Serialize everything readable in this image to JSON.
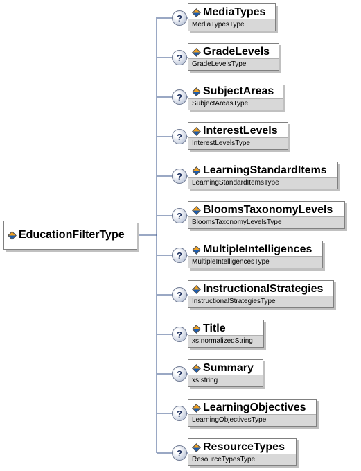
{
  "root": {
    "name": "EducationFilterType"
  },
  "children": [
    {
      "name": "MediaTypes",
      "type": "MediaTypesType"
    },
    {
      "name": "GradeLevels",
      "type": "GradeLevelsType"
    },
    {
      "name": "SubjectAreas",
      "type": "SubjectAreasType"
    },
    {
      "name": "InterestLevels",
      "type": "InterestLevelsType"
    },
    {
      "name": "LearningStandardItems",
      "type": "LearningStandardItemsType"
    },
    {
      "name": "BloomsTaxonomyLevels",
      "type": "BloomsTaxonomyLevelsType"
    },
    {
      "name": "MultipleIntelligences",
      "type": "MultipleIntelligencesType"
    },
    {
      "name": "InstructionalStrategies",
      "type": "InstructionalStrategiesType"
    },
    {
      "name": "Title",
      "type": "xs:normalizedString"
    },
    {
      "name": "Summary",
      "type": "xs:string"
    },
    {
      "name": "LearningObjectives",
      "type": "LearningObjectivesType"
    },
    {
      "name": "ResourceTypes",
      "type": "ResourceTypesType"
    }
  ],
  "optional_marker": "?",
  "colors": {
    "connector": "#36508a",
    "type_band": "#d8d8d8",
    "border": "#808080"
  }
}
